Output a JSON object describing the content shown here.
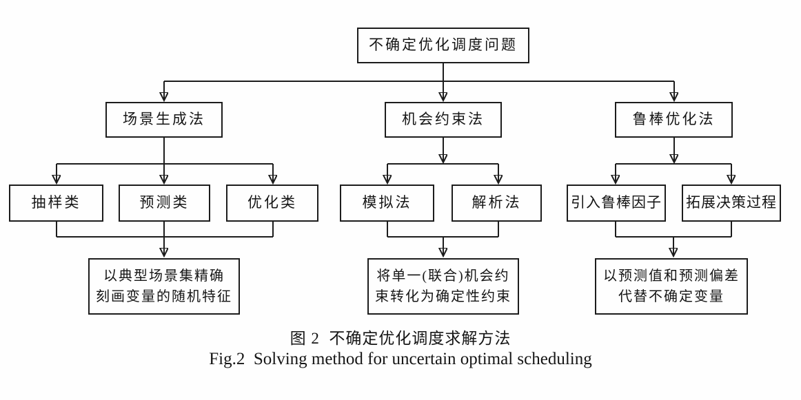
{
  "diagram": {
    "root": "不确定优化调度问题",
    "branches": [
      {
        "label": "场景生成法",
        "children": [
          "抽样类",
          "预测类",
          "优化类"
        ],
        "summary_lines": [
          "以典型场景集精确",
          "刻画变量的随机特征"
        ]
      },
      {
        "label": "机会约束法",
        "children": [
          "模拟法",
          "解析法"
        ],
        "summary_lines": [
          "将单一(联合)机会约",
          "束转化为确定性约束"
        ]
      },
      {
        "label": "鲁棒优化法",
        "children": [
          "引入鲁棒因子",
          "拓展决策过程"
        ],
        "summary_lines": [
          "以预测值和预测偏差",
          "代替不确定变量"
        ]
      }
    ]
  },
  "captions": {
    "zh": "图 2  不确定优化调度求解方法",
    "en": "Fig.2  Solving method for uncertain optimal scheduling"
  },
  "colors": {
    "line": "#1c1c1c",
    "background": "#fefefe",
    "text": "#151515"
  }
}
